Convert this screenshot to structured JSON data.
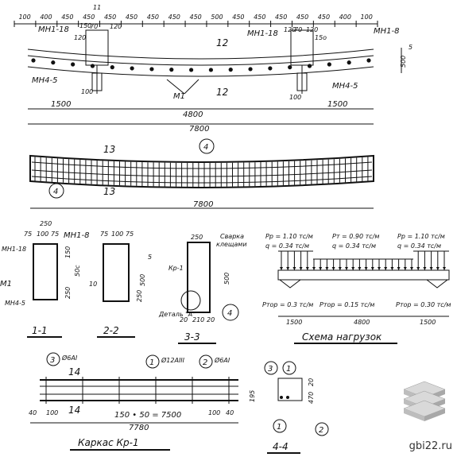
{
  "top_dims": [
    "100",
    "400",
    "450",
    "450",
    "450",
    "450",
    "450",
    "450",
    "450",
    "500",
    "450",
    "450",
    "450",
    "450",
    "450",
    "400",
    "100"
  ],
  "marks": {
    "mn1_18": "МН1-18",
    "mn1_8": "МН1-8",
    "mn4_5": "МН4-5",
    "m1": "М1",
    "n11": "11",
    "n12": "12",
    "n13": "13",
    "n500": "500",
    "n5": "5",
    "n100": "100",
    "n150": "150",
    "n120": "120",
    "n70": "70",
    "n150b": "15о",
    "n1500": "1500",
    "n4800": "4800",
    "n7800": "7800"
  },
  "callout_4": "4",
  "sec11": {
    "title": "1-1",
    "top": "250",
    "bot": [
      "75",
      "100",
      "75"
    ],
    "mn1_18": "МН1-18",
    "mn1_8": "МН1-8",
    "m1": "М1",
    "mn4_5": "МН4-5",
    "d1": "150",
    "d2": "50с",
    "d3": "250"
  },
  "sec22": {
    "title": "2-2",
    "top": [
      "75",
      "100",
      "75"
    ],
    "d1": "500",
    "d2": "250",
    "d3": "10",
    "d4": "5"
  },
  "sec33": {
    "title": "3-3",
    "top": "250",
    "svarka": "Сварка",
    "kleshami": "клещами",
    "kr1": "Кр-1",
    "d500": "500",
    "detail": "Деталь \"А\"",
    "bot": [
      "20",
      "210",
      "20"
    ],
    "callout": "4"
  },
  "loads": {
    "title": "Схема нагрузок",
    "p_left": "Pр = 1.10 тс/м",
    "q_left": "q = 0.34 тс/м",
    "p_mid": "Pт = 0.90 тс/м",
    "q_mid": "q = 0.34 тс/м",
    "p_right": "Pр = 1.10 тс/м",
    "q_right": "q = 0.34 тс/м",
    "ptr_left": "Pтор = 0.3 тс/м",
    "ptr_mid": "Pтор = 0.15 тс/м",
    "ptr_right": "Pтор = 0.30 тс/м",
    "dims": [
      "1500",
      "4800",
      "1500"
    ]
  },
  "cage": {
    "title": "Каркас Кр-1",
    "c3": "3",
    "c1": "1",
    "c2": "2",
    "l3": "Ø6АI",
    "l1": "Ø12АIII",
    "l2": "Ø6АI",
    "n14": "14",
    "n14b": "14",
    "d_left": [
      "40",
      "100"
    ],
    "d_mid": "150 • 50 = 7500",
    "d_right": [
      "100",
      "40"
    ],
    "total": "7780"
  },
  "sec44": {
    "title": "4-4",
    "c3": "3",
    "c1": "1",
    "c1b": "1",
    "c2": "2",
    "d1": "20",
    "d2": "470",
    "d3": "195"
  },
  "brand": "gbi22.ru"
}
